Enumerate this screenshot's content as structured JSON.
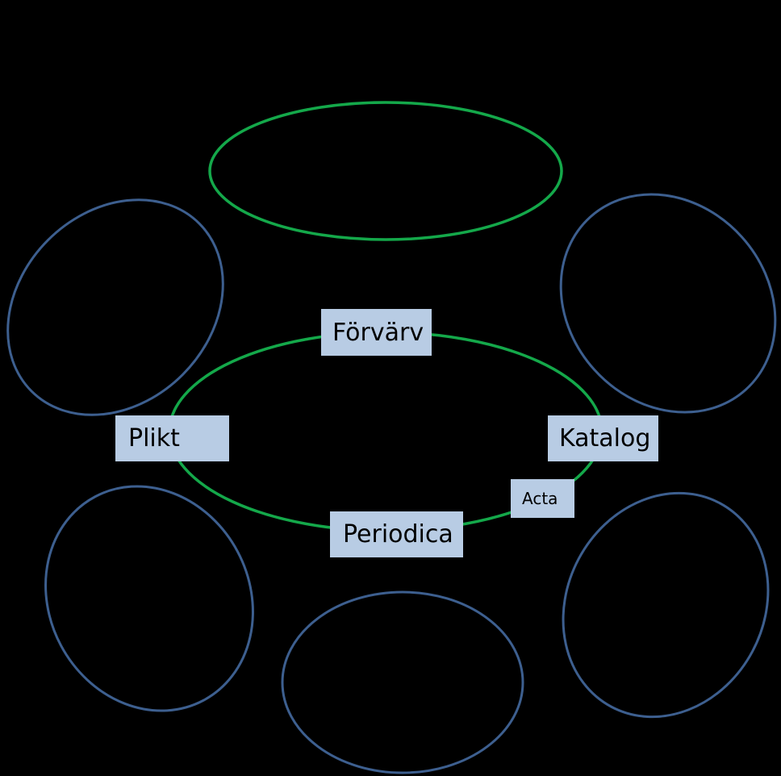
{
  "colors": {
    "background": "#000000",
    "green_stroke": "#14a84a",
    "blue_stroke": "#3d5f8f",
    "label_fill": "#b8cce4",
    "label_text": "#000000"
  },
  "labels": {
    "forvarv": "Förvärv",
    "plikt": "Plikt",
    "katalog": "Katalog",
    "periodica": "Periodica",
    "acta": "Acta"
  }
}
